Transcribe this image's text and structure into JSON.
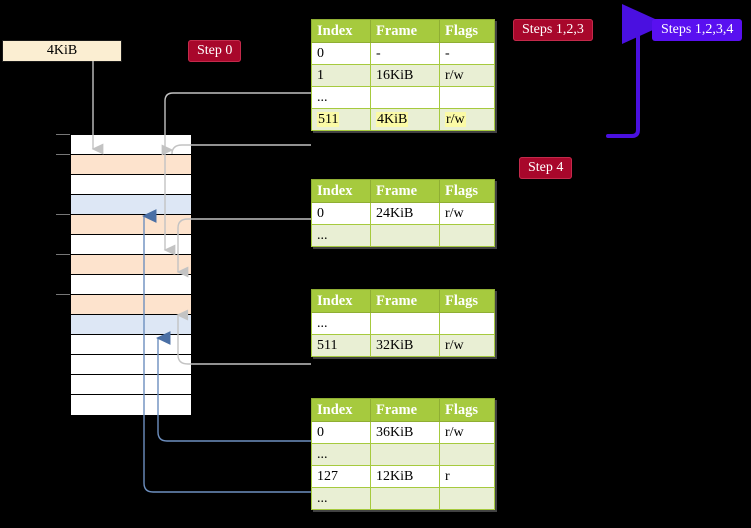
{
  "badges": {
    "step0": "Step 0",
    "step4": "Step 4",
    "steps123": "Steps 1,2,3",
    "steps1234": "Steps 1,2,3,4"
  },
  "memory_block": {
    "label": "4KiB"
  },
  "colors": {
    "badge_red": "#a8072b",
    "badge_blue": "#5910f0",
    "table_header": "#a6ca3e",
    "table_alt_row": "#e9efd4",
    "highlight_yellow": "#fbfaa6",
    "mem_peach": "#fde3cd",
    "mem_blue": "#dde7f5",
    "block_cream": "#fbeed2",
    "connector_gray": "#b0b0b0",
    "connector_blue": "#6d8fbf"
  },
  "table_columns": [
    "Index",
    "Frame",
    "Flags"
  ],
  "tables": [
    {
      "id": "pml4",
      "rows": [
        {
          "index": "0",
          "frame": "-",
          "flags": "-",
          "alt": false,
          "highlight": false
        },
        {
          "index": "1",
          "frame": "16KiB",
          "flags": "r/w",
          "alt": true,
          "highlight": false
        },
        {
          "index": "...",
          "frame": "",
          "flags": "",
          "alt": false,
          "highlight": false
        },
        {
          "index": "511",
          "frame": "4KiB",
          "flags": "r/w",
          "alt": true,
          "highlight": true
        }
      ]
    },
    {
      "id": "pdpt",
      "rows": [
        {
          "index": "0",
          "frame": "24KiB",
          "flags": "r/w",
          "alt": false,
          "highlight": false
        },
        {
          "index": "...",
          "frame": "",
          "flags": "",
          "alt": true,
          "highlight": false
        }
      ]
    },
    {
      "id": "pd",
      "rows": [
        {
          "index": "...",
          "frame": "",
          "flags": "",
          "alt": false,
          "highlight": false
        },
        {
          "index": "511",
          "frame": "32KiB",
          "flags": "r/w",
          "alt": true,
          "highlight": false
        }
      ]
    },
    {
      "id": "pt",
      "rows": [
        {
          "index": "0",
          "frame": "36KiB",
          "flags": "r/w",
          "alt": false,
          "highlight": false
        },
        {
          "index": "...",
          "frame": "",
          "flags": "",
          "alt": true,
          "highlight": false
        },
        {
          "index": "127",
          "frame": "12KiB",
          "flags": "r",
          "alt": false,
          "highlight": false
        },
        {
          "index": "...",
          "frame": "",
          "flags": "",
          "alt": true,
          "highlight": false
        }
      ]
    }
  ],
  "memory_rows": [
    {
      "fill": "white",
      "tick": true
    },
    {
      "fill": "peach",
      "tick": true
    },
    {
      "fill": "white",
      "tick": false
    },
    {
      "fill": "blue",
      "tick": false
    },
    {
      "fill": "peach",
      "tick": true
    },
    {
      "fill": "white",
      "tick": false
    },
    {
      "fill": "peach",
      "tick": true
    },
    {
      "fill": "white",
      "tick": false
    },
    {
      "fill": "peach",
      "tick": true
    },
    {
      "fill": "blue",
      "tick": false
    },
    {
      "fill": "white",
      "tick": false
    },
    {
      "fill": "white",
      "tick": false
    },
    {
      "fill": "white",
      "tick": false
    },
    {
      "fill": "white",
      "tick": false
    }
  ]
}
